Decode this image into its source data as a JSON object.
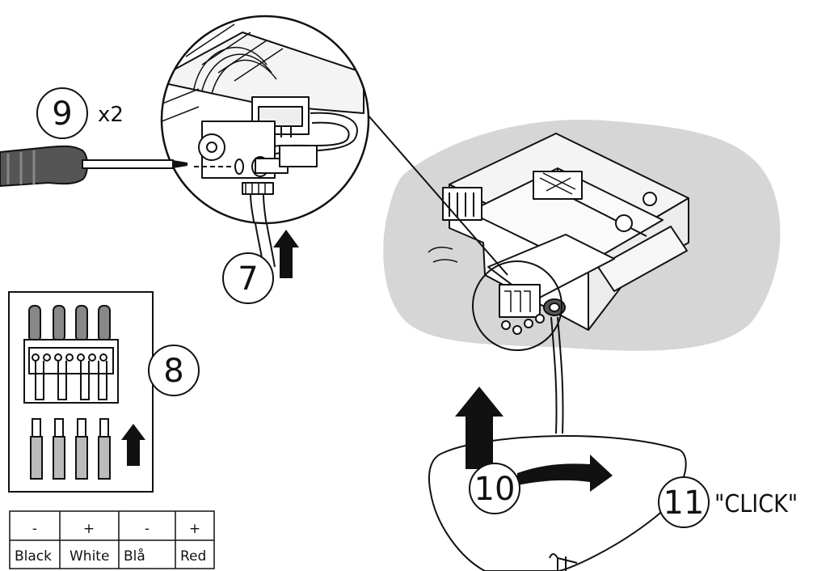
{
  "steps": {
    "step7": "7",
    "step8": "8",
    "step9": "9",
    "step9_note": "x2",
    "step10": "10",
    "step11": "11",
    "step11_note": "\"CLICK\""
  },
  "wiring_table": {
    "polarity": [
      "-",
      "+",
      "-",
      "+"
    ],
    "colors": [
      "Black",
      "White",
      "Blå",
      "Red"
    ]
  }
}
